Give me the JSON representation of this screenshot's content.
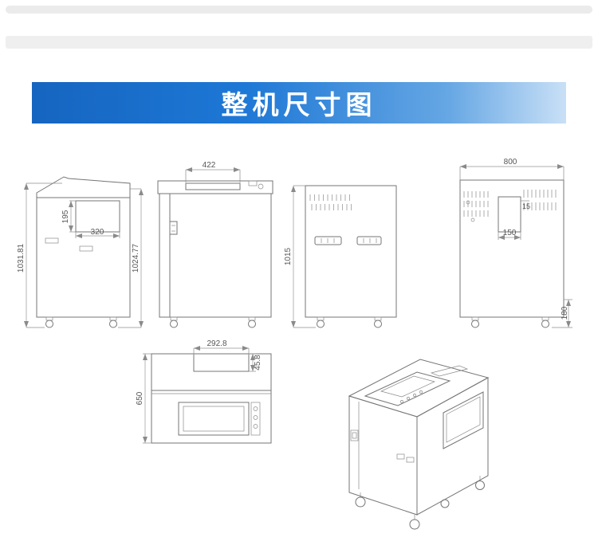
{
  "colors": {
    "accent_blue": "#1668c7",
    "line_gray": "#757575"
  },
  "header": {
    "title": "整机尺寸图"
  },
  "views": {
    "side": {
      "height_left": "1031.81",
      "panel_height": "195",
      "panel_width": "320",
      "height_right": "1024.77"
    },
    "front": {
      "top_width": "422"
    },
    "back": {
      "height": "1015"
    },
    "rear": {
      "width": "800",
      "cutout_gap": "15",
      "cutout_width": "150",
      "base_height": "180"
    },
    "top": {
      "slot_width": "292.8",
      "slot_depth": "45.8",
      "depth": "650"
    }
  }
}
